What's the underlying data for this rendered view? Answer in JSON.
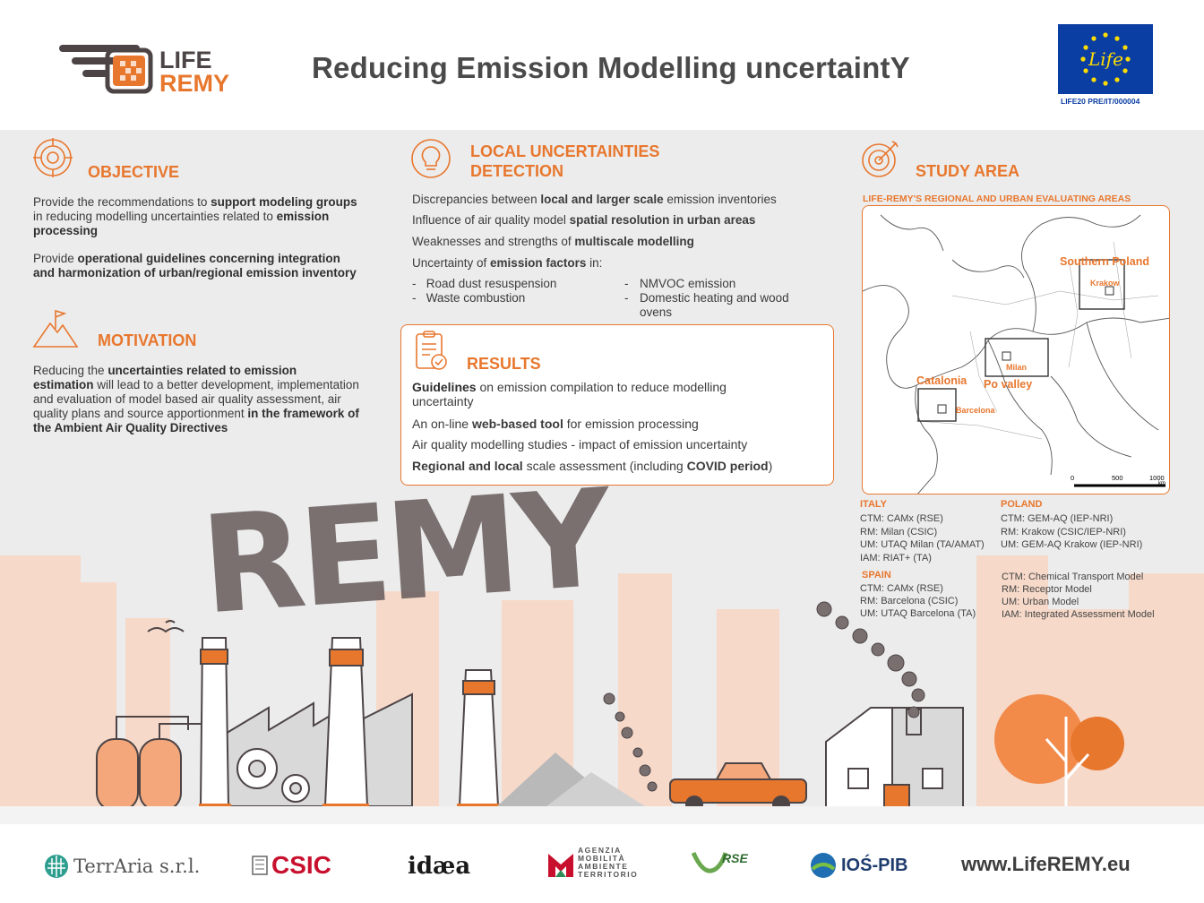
{
  "header": {
    "logo_line1": "LIFE",
    "logo_line2": "REMY",
    "title": "Reducing Emission Modelling uncertaintY",
    "eu_flag_text": "Life",
    "project_code": "LIFE20 PRE/IT/000004"
  },
  "objective": {
    "heading": "OBJECTIVE",
    "p1_a": "Provide the recommendations  to ",
    "p1_b": "support modeling groups",
    "p1_c": " in reducing modelling uncertainties  related to ",
    "p1_d": "emission  processing",
    "p2_a": "Provide ",
    "p2_b": "operational  guidelines  concerning integration  and harmonization  of urban/regional emission  inventory"
  },
  "motivation": {
    "heading": "MOTIVATION",
    "p_a": "Reducing  the ",
    "p_b": "uncertainties   related to emission estimation",
    "p_c": "  will lead to a better  development, implementation   and evaluation of model based air quality  assessment, air quality plans  and source apportionment  ",
    "p_d": "in the framework  of the  Ambient Air Quality Directives"
  },
  "local": {
    "heading_line1": "LOCAL UNCERTAINTIES",
    "heading_line2": "DETECTION",
    "l1_a": "Discrepancies  between  ",
    "l1_b": "local and larger scale",
    "l1_c": " emission inventories",
    "l2_a": "Influence  of air quality model  ",
    "l2_b": "spatial resolution  in urban areas",
    "l3_a": "Weaknesses and strengths  of ",
    "l3_b": "multiscale modelling",
    "l4_a": "Uncertainty  of ",
    "l4_b": "emission  factors",
    "l4_c": " in:",
    "bullets_left": [
      "Road dust resuspension",
      "Waste combustion"
    ],
    "bullets_right": [
      "NMVOC emission",
      "Domestic heating and wood ovens"
    ],
    "bullet_dash": "-"
  },
  "results": {
    "heading": "RESULTS",
    "r1_a": "Guidelines",
    "r1_b": " on  emission compilation to reduce modelling uncertainty",
    "r2_a": "An on-line ",
    "r2_b": "web-based tool",
    "r2_c": " for emission processing",
    "r3": "Air quality modelling studies - impact of emission uncertainty",
    "r4_a": "Regional and local",
    "r4_b": " scale assessment (including ",
    "r4_c": "COVID period",
    "r4_d": ")"
  },
  "study": {
    "heading": "STUDY AREA",
    "map_caption": "LIFE-REMY'S REGIONAL AND URBAN EVALUATING AREAS",
    "labels": {
      "southern_poland": "Southern Poland",
      "krakow": "Krakow",
      "milan": "Milan",
      "po_valley": "Po valley",
      "catalonia": "Catalonia",
      "barcelona": "Barcelona"
    },
    "scale": {
      "s0": "0",
      "s500": "500",
      "s1000": "1000",
      "unit": "km"
    },
    "italy_head": "ITALY",
    "italy": [
      "CTM: CAMx (RSE)",
      "RM: Milan (CSIC)",
      "UM: UTAQ Milan (TA/AMAT)",
      "IAM: RIAT+ (TA)"
    ],
    "poland_head": "POLAND",
    "poland": [
      "CTM: GEM-AQ (IEP-NRI)",
      "RM: Krakow (CSIC/IEP-NRI)",
      "UM: GEM-AQ Krakow (IEP-NRI)"
    ],
    "spain_head": "SPAIN",
    "spain": [
      "CTM: CAMx (RSE)",
      "RM: Barcelona  (CSIC)",
      "UM: UTAQ Barcelona (TA)"
    ],
    "legend": [
      "CTM: Chemical Transport Model",
      "RM: Receptor Model",
      "UM: Urban Model",
      "IAM: Integrated Assessment Model"
    ]
  },
  "partners": {
    "terraria": "TerrAria s.r.l.",
    "csic": "CSIC",
    "idaea": "idæa",
    "amat_l1": "AGENZIA",
    "amat_l2": "MOBILITÀ",
    "amat_l3": "AMBIENTE",
    "amat_l4": "TERRITORIO",
    "rse": "RSE",
    "ios": "IOŚ-PIB",
    "website": "www.LifeREMY.eu"
  },
  "colors": {
    "accent": "#e8772e",
    "text": "#3b3b3b",
    "panel": "#ececec",
    "smoke": "#6b5f5f",
    "eu_blue": "#0b3ea3",
    "eu_yellow": "#ffdd00"
  }
}
